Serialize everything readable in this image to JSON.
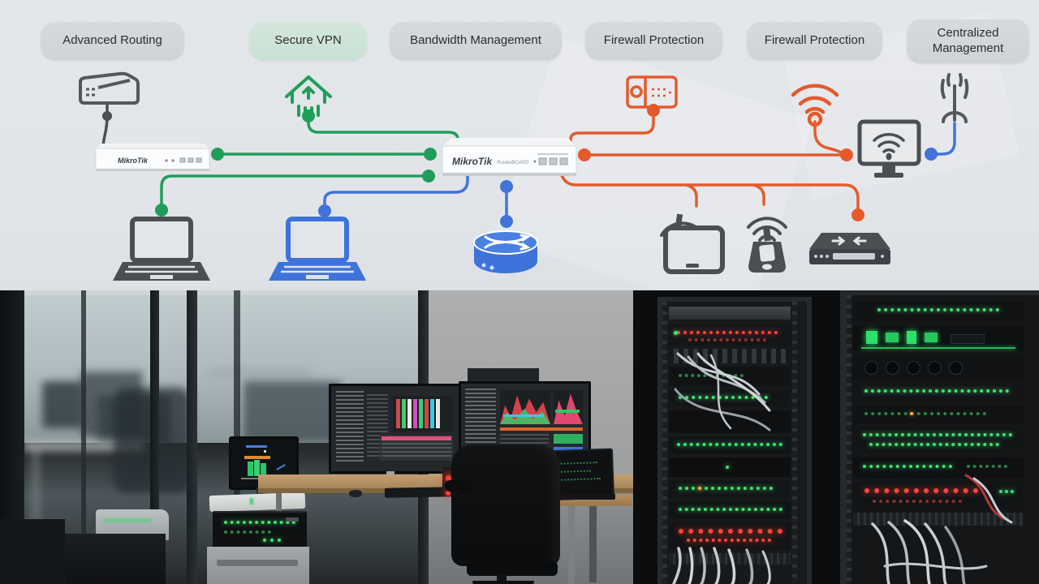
{
  "features": [
    {
      "label": "Advanced Routing",
      "highlight": false
    },
    {
      "label": "Secure VPN",
      "highlight": true
    },
    {
      "label": "Bandwidth Management",
      "highlight": false
    },
    {
      "label": "Firewall Protection",
      "highlight": false
    },
    {
      "label": "Firewall Protection",
      "highlight": false
    },
    {
      "label": "Centralized Management",
      "highlight": false
    }
  ],
  "routers": {
    "left_label": "MikroTik",
    "center_label": "MikroTik",
    "center_model": "RouterBOARD"
  },
  "icons": [
    "modem-icon",
    "vpn-home-icon",
    "firewall-appliance-icon",
    "wifi-signal-icon",
    "antenna-icon",
    "gray-laptop-icon",
    "blue-laptop-icon",
    "wireless-router-icon",
    "tablet-antenna-icon",
    "access-point-icon",
    "network-switch-icon",
    "wifi-monitor-icon"
  ],
  "colors": {
    "green": "#1f9e5a",
    "blue": "#4273d8",
    "orange": "#e55a2b",
    "device_gray": "#4a4f54",
    "pill_bg": "#d2d6da",
    "pill_green_bg": "#cfe4d9",
    "diagram_bg": "#e3e6ea"
  }
}
